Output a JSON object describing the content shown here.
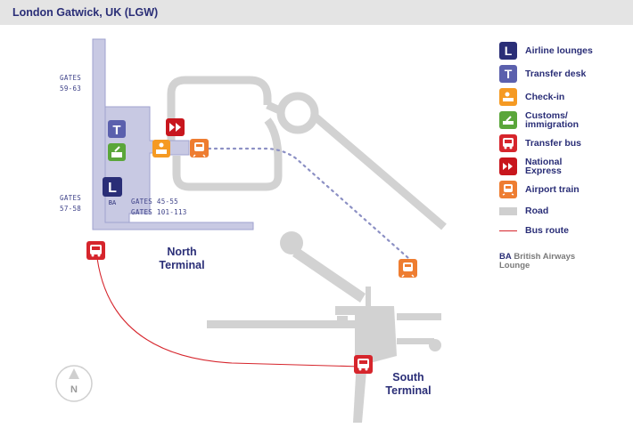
{
  "header": {
    "title": "London Gatwick, UK (LGW)"
  },
  "map": {
    "gate_labels": {
      "gates_59_63": [
        "GATES",
        "59-63"
      ],
      "gates_57_58": [
        "GATES",
        "57-58"
      ],
      "gates_45_55": "GATES 45-55",
      "gates_101_113": "GATES 101-113"
    },
    "ba_badge": "BA",
    "terminals": {
      "north": [
        "North",
        "Terminal"
      ],
      "south": [
        "South",
        "Terminal"
      ]
    },
    "compass": "N"
  },
  "legend": {
    "items": [
      {
        "icon": "airline-lounge-icon",
        "glyph": "L",
        "color": "#2a2e77",
        "label": "Airline lounges"
      },
      {
        "icon": "transfer-desk-icon",
        "glyph": "T",
        "color": "#5b60ad",
        "label": "Transfer desk"
      },
      {
        "icon": "check-in-icon",
        "glyph": "",
        "color": "#f59a23",
        "label": "Check-in"
      },
      {
        "icon": "customs-immigration-icon",
        "glyph": "",
        "color": "#5aa63a",
        "label": "Customs/\nimmigration"
      },
      {
        "icon": "transfer-bus-icon",
        "glyph": "",
        "color": "#d6252c",
        "label": "Transfer bus"
      },
      {
        "icon": "national-express-icon",
        "glyph": "",
        "color": "#c8161d",
        "label": "National\nExpress"
      },
      {
        "icon": "airport-train-icon",
        "glyph": "",
        "color": "#ee7d31",
        "label": "Airport train"
      }
    ],
    "road_label": "Road",
    "bus_route_label": "Bus route",
    "ba_note": {
      "abbr": "BA",
      "text": "British Airways\nLounge"
    }
  },
  "colors": {
    "building": "#c8c9e3",
    "building_outline": "#9fa2cf",
    "road": "#cfcfcf",
    "bus_route": "#d6252c",
    "train_dots": "#8c90c4",
    "brand": "#2a2e77"
  }
}
